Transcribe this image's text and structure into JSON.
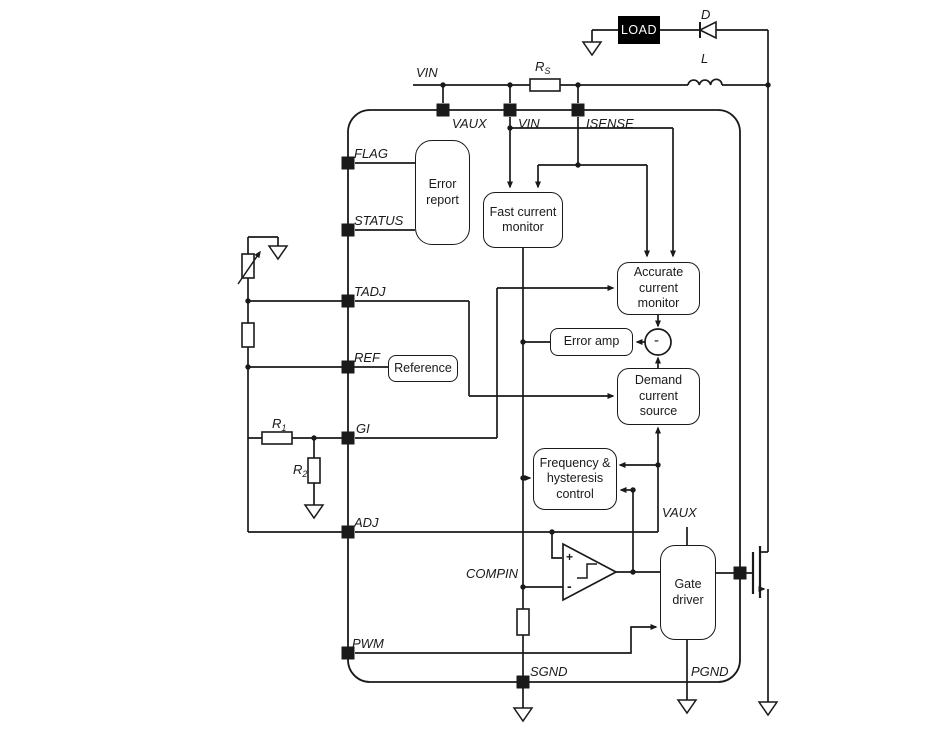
{
  "diagram": {
    "external": {
      "vin_rail": "VIN",
      "load": "LOAD",
      "diode": "D",
      "inductor": "L",
      "rs": {
        "base": "R",
        "sub": "S"
      },
      "r1": {
        "base": "R",
        "sub": "1"
      },
      "r2": {
        "base": "R",
        "sub": "2"
      }
    },
    "pins": {
      "vaux": "VAUX",
      "vin": "VIN",
      "isense": "ISENSE",
      "flag": "FLAG",
      "status": "STATUS",
      "tadj": "TADJ",
      "ref": "REF",
      "gi": "GI",
      "adj": "ADJ",
      "pwm": "PWM",
      "sgnd": "SGND",
      "pgnd": "PGND",
      "compin": "COMPIN",
      "vaux_internal": "VAUX"
    },
    "blocks": {
      "error_report": "Error report",
      "fast_monitor": "Fast current monitor",
      "accurate_monitor": "Accurate current monitor",
      "error_amp": "Error amp",
      "demand_source": "Demand current source",
      "freq_hyst": "Frequency & hysteresis control",
      "reference": "Reference",
      "gate_driver": "Gate driver"
    },
    "symbols": {
      "summing_node": "-",
      "comparator_plus": "+",
      "comparator_minus": "-"
    },
    "colors": {
      "line": "#1a1a1a",
      "background": "#ffffff",
      "load_fill": "#000000",
      "load_text": "#ffffff"
    }
  }
}
